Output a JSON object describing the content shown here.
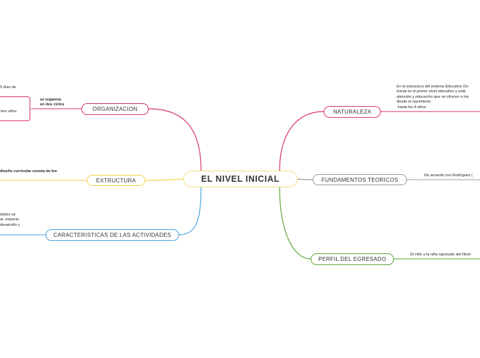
{
  "central": {
    "title": "EL NIVEL INICIAL"
  },
  "colors": {
    "organizacion": "#d6336c",
    "extructura": "#f1d24a",
    "caracteristicas": "#4aa3df",
    "naturaleza": "#d6336c",
    "fundamentos": "#999999",
    "perfil": "#5aa63a"
  },
  "branches": {
    "organizacion": {
      "label": "ORGANIZACION"
    },
    "extructura": {
      "label": "EXTRUCTURA"
    },
    "caracteristicas": {
      "label": "CARACTERISTICAS DE LAS ACTIVIDADES"
    },
    "naturaleza": {
      "label": "NATURALEZA"
    },
    "fundamentos": {
      "label": "FUNDAMENTOS TEORICOS"
    },
    "perfil": {
      "label": "PERFIL DEL EGRESADO"
    }
  },
  "notes": {
    "org_top": "5 días de",
    "org_subtopic": "se organiza\nen dos ciclos",
    "org_box": "tres años",
    "extructura": "diseño curricular consta de los",
    "caracteristicas": "dades se\nar, espacio,\ndesarrollo y",
    "naturaleza": "En la estructura del sistema Educativo Do\nInicial es el primer nivel educativo y está\natención y educación que se ofrecen a los\ndesde el nacimiento\n hasta los 6 años.",
    "fundamentos": "De acuerdo con Rodríguez (",
    "perfil": "El niño y la niña egresado del Nivel"
  }
}
